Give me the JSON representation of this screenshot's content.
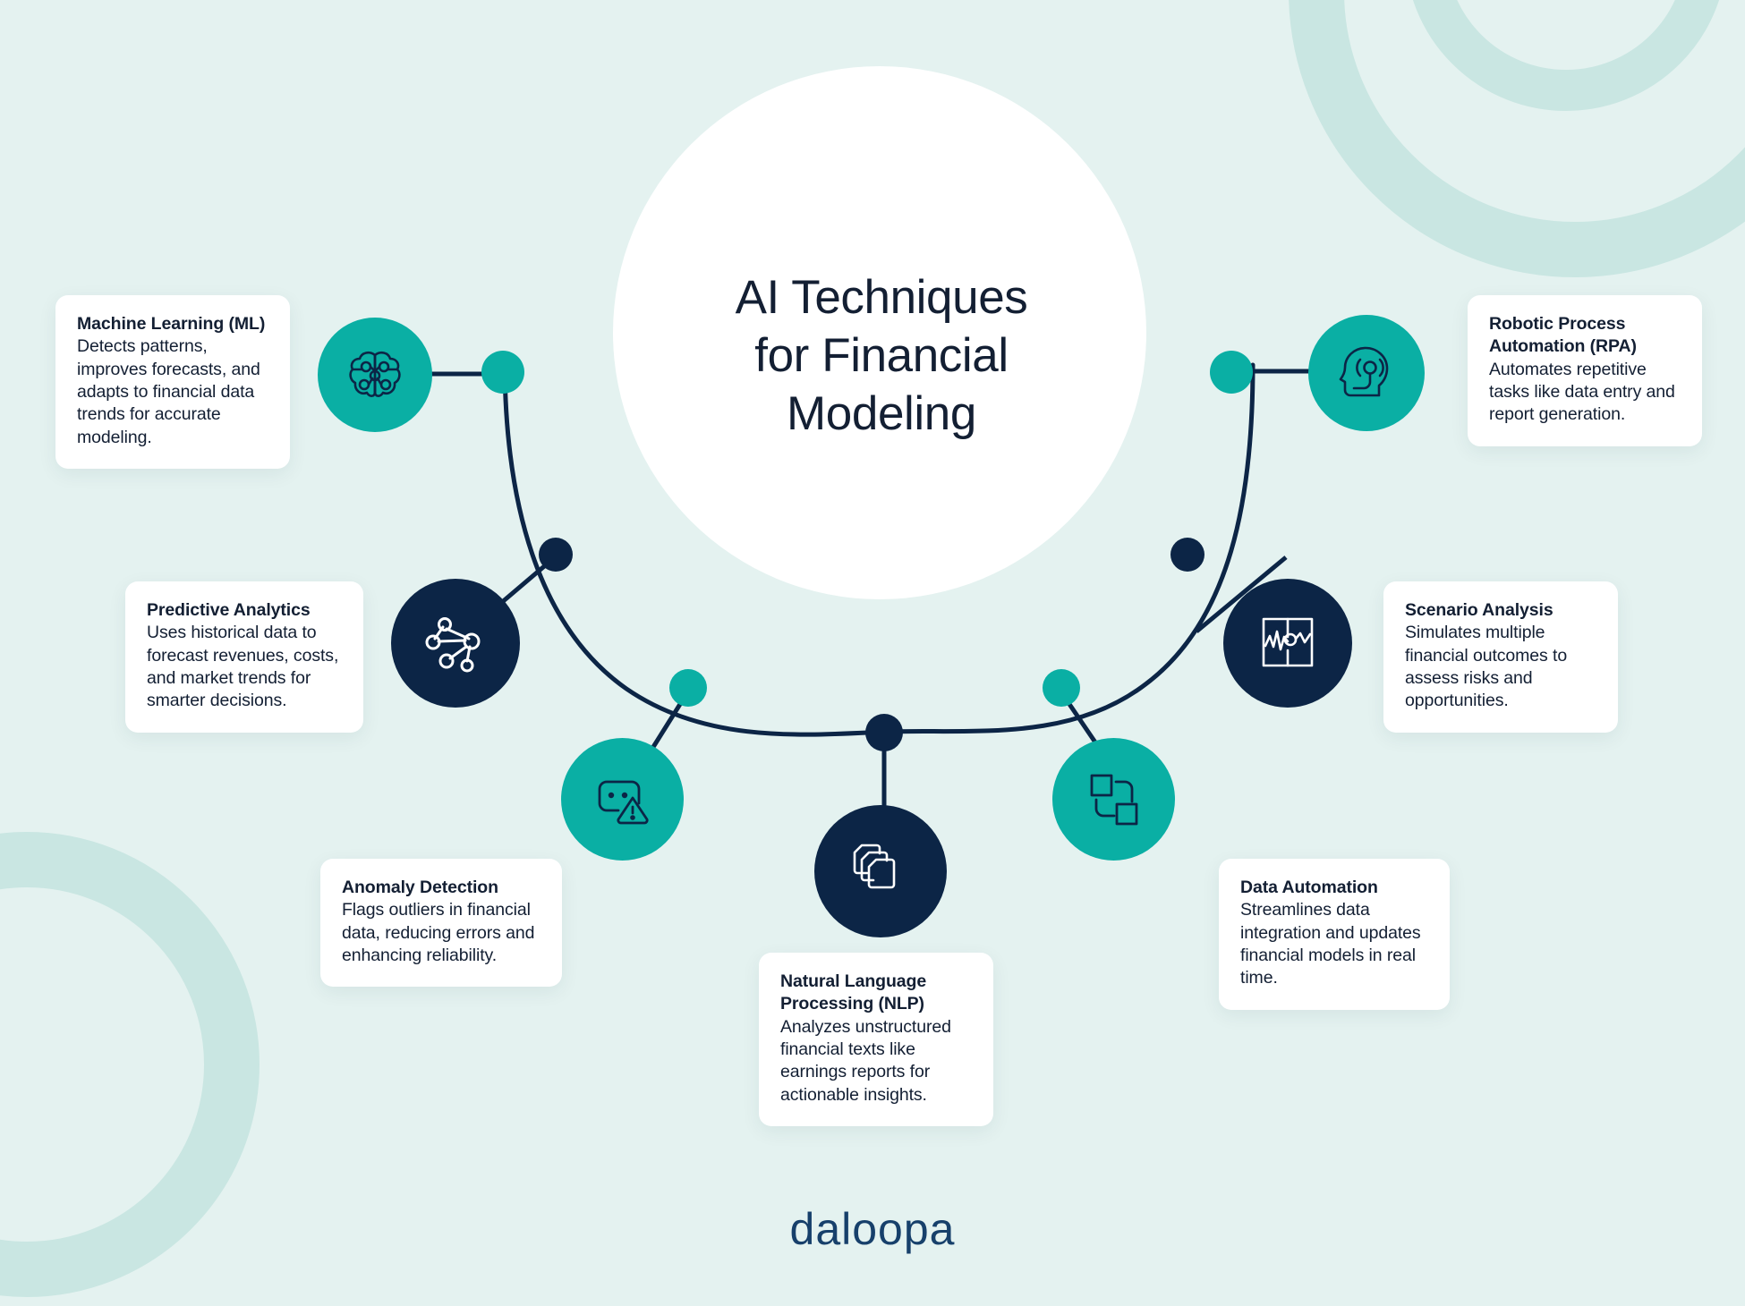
{
  "theme": {
    "background": "#e4f2f0",
    "teal": "#0aafa4",
    "navy": "#0c2546",
    "deco_ring": "#c9e6e2",
    "card_bg": "#ffffff",
    "text": "#131f33",
    "logo_color": "#17406b"
  },
  "center": {
    "title_line1": "AI Techniques",
    "title_line2": "for Financial",
    "title_line3": "Modeling"
  },
  "footer": {
    "logo_text": "daloopa"
  },
  "nodes": [
    {
      "id": "machine-learning",
      "icon": "brain-circuit-icon",
      "bubble_color": "teal",
      "title": "Machine Learning (ML)",
      "body": "Detects patterns, improves forecasts, and adapts to financial data trends for accurate modeling."
    },
    {
      "id": "predictive-analytics",
      "icon": "network-nodes-icon",
      "bubble_color": "navy",
      "title": "Predictive Analytics",
      "body": "Uses historical data to forecast revenues, costs, and market trends for smarter decisions."
    },
    {
      "id": "anomaly-detection",
      "icon": "alert-panel-icon",
      "bubble_color": "teal",
      "title": "Anomaly Detection",
      "body": "Flags outliers in financial data, reducing errors and enhancing reliability."
    },
    {
      "id": "natural-language-processing",
      "icon": "stacked-documents-icon",
      "bubble_color": "navy",
      "title": "Natural Language Processing (NLP)",
      "body": "Analyzes unstructured financial texts like earnings reports for actionable insights."
    },
    {
      "id": "data-automation",
      "icon": "workflow-loop-icon",
      "bubble_color": "teal",
      "title": "Data Automation",
      "body": "Streamlines data integration and updates financial models in real time."
    },
    {
      "id": "scenario-analysis",
      "icon": "chart-volatility-icon",
      "bubble_color": "navy",
      "title": "Scenario Analysis",
      "body": "Simulates multiple financial outcomes to assess risks and opportunities."
    },
    {
      "id": "robotic-process-automation",
      "icon": "head-signal-icon",
      "bubble_color": "teal",
      "title": "Robotic Process Automation (RPA)",
      "body": "Automates repetitive tasks like data entry and report generation."
    }
  ]
}
